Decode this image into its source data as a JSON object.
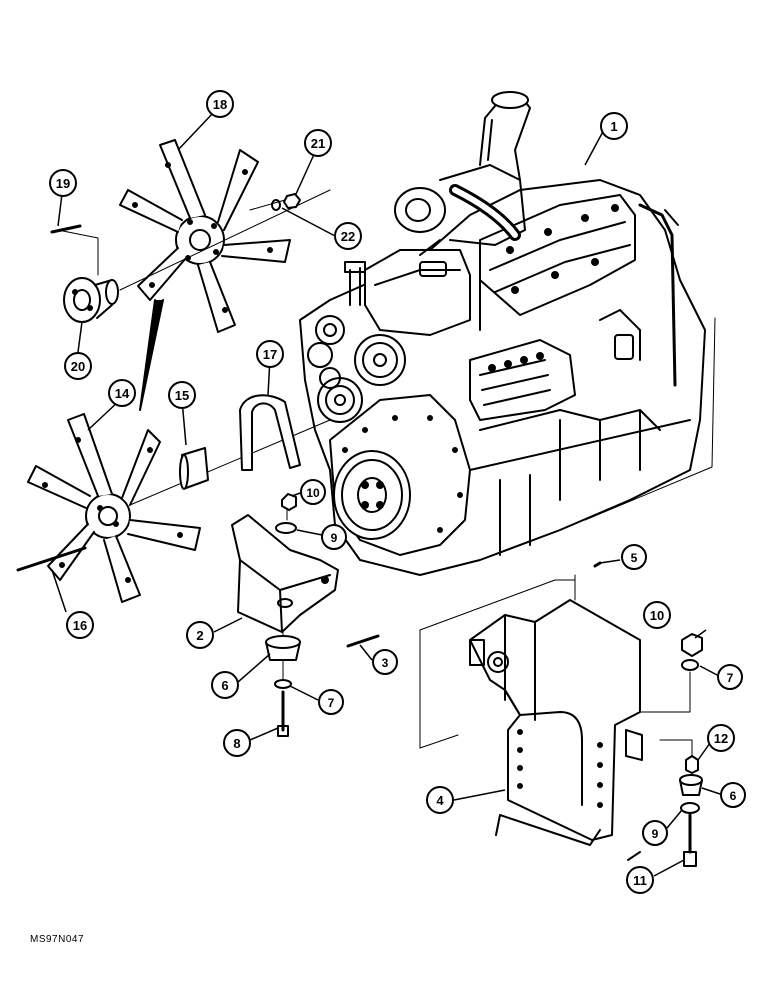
{
  "diagram": {
    "figure_code": "MS97N047",
    "callouts": [
      {
        "id": "c1",
        "label": "1"
      },
      {
        "id": "c18",
        "label": "18"
      },
      {
        "id": "c21",
        "label": "21"
      },
      {
        "id": "c22",
        "label": "22"
      },
      {
        "id": "c19",
        "label": "19"
      },
      {
        "id": "c20",
        "label": "20"
      },
      {
        "id": "c17",
        "label": "17"
      },
      {
        "id": "c14",
        "label": "14"
      },
      {
        "id": "c15",
        "label": "15"
      },
      {
        "id": "c10a",
        "label": "10"
      },
      {
        "id": "c9a",
        "label": "9"
      },
      {
        "id": "c16",
        "label": "16"
      },
      {
        "id": "c2",
        "label": "2"
      },
      {
        "id": "c3",
        "label": "3"
      },
      {
        "id": "c6a",
        "label": "6"
      },
      {
        "id": "c7a",
        "label": "7"
      },
      {
        "id": "c8",
        "label": "8"
      },
      {
        "id": "c5",
        "label": "5"
      },
      {
        "id": "c10b",
        "label": "10"
      },
      {
        "id": "c7b",
        "label": "7"
      },
      {
        "id": "c12",
        "label": "12"
      },
      {
        "id": "c4",
        "label": "4"
      },
      {
        "id": "c6b",
        "label": "6"
      },
      {
        "id": "c9b",
        "label": "9"
      },
      {
        "id": "c11",
        "label": "11"
      }
    ]
  }
}
